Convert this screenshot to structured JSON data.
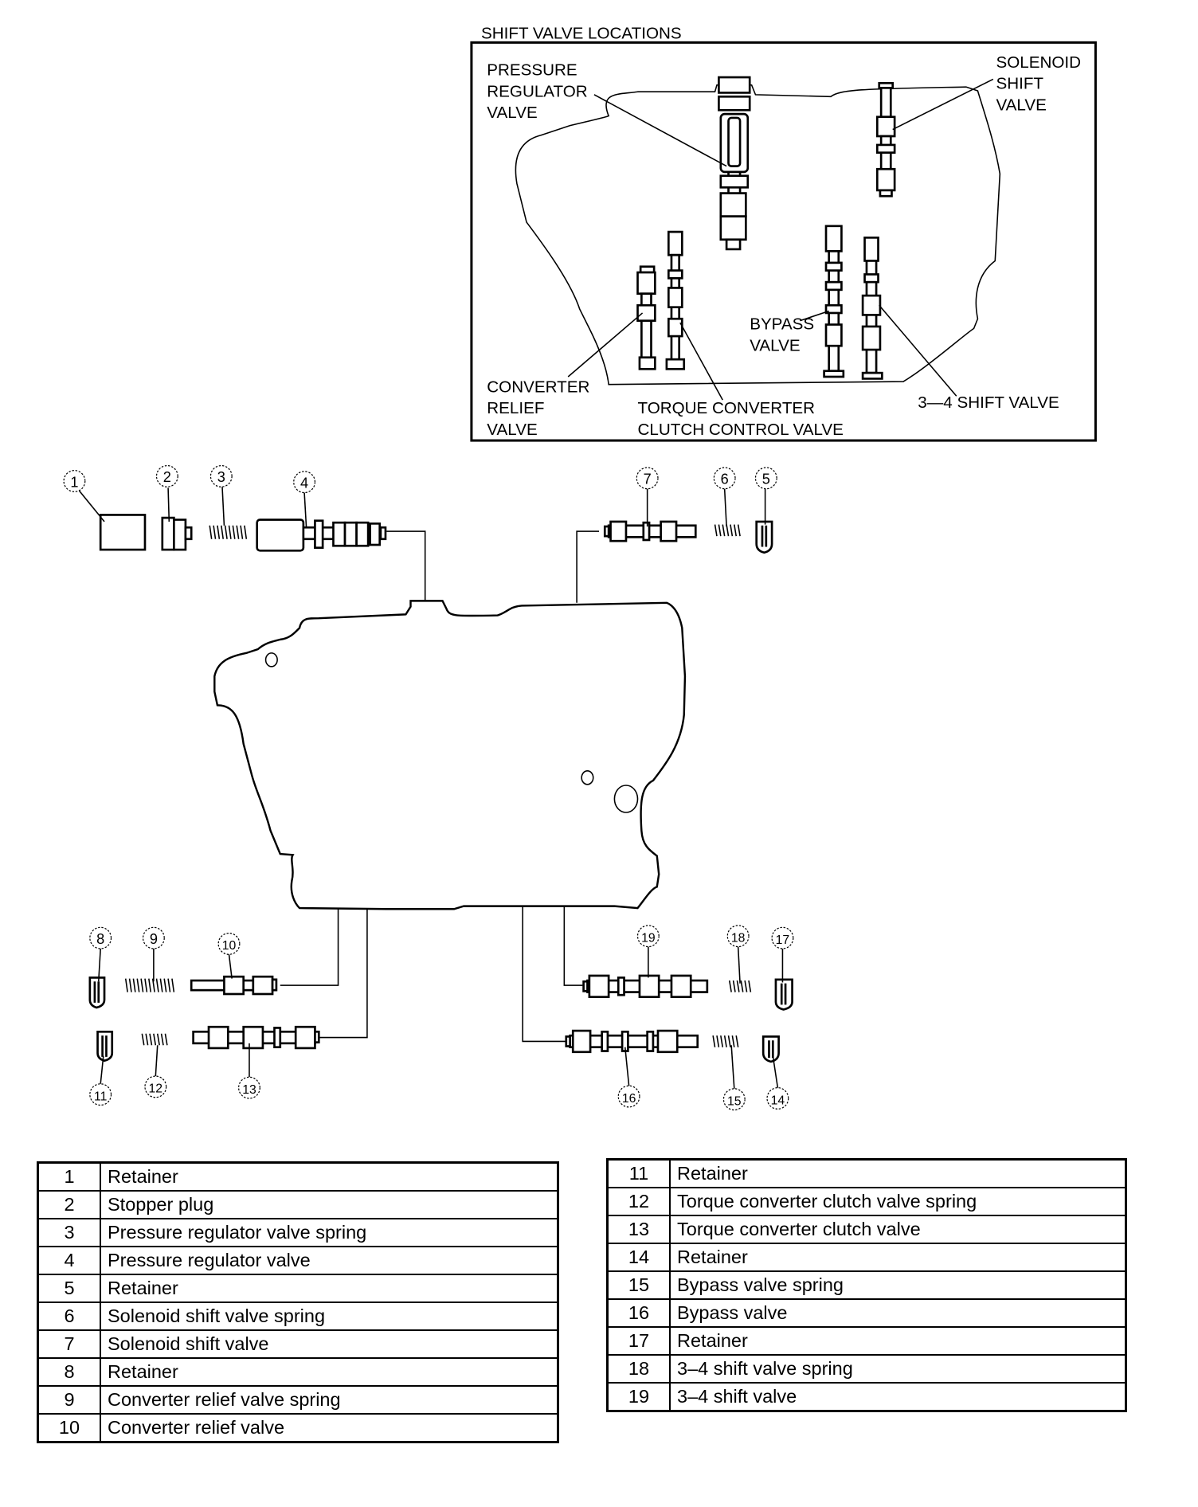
{
  "inset": {
    "title": "SHIFT VALVE LOCATIONS",
    "labels": {
      "pressure_regulator": [
        "PRESSURE",
        "REGULATOR",
        "VALVE"
      ],
      "solenoid_shift": [
        "SOLENOID",
        "SHIFT",
        "VALVE"
      ],
      "bypass": [
        "BYPASS",
        "VALVE"
      ],
      "converter_relief": [
        "CONVERTER",
        "RELIEF",
        "VALVE"
      ],
      "torque_converter": [
        "TORQUE CONVERTER",
        "CLUTCH CONTROL VALVE"
      ],
      "shift_34": "3—4 SHIFT VALVE"
    }
  },
  "callouts": [
    "1",
    "2",
    "3",
    "4",
    "5",
    "6",
    "7",
    "8",
    "9",
    "10",
    "11",
    "12",
    "13",
    "14",
    "15",
    "16",
    "17",
    "18",
    "19"
  ],
  "legend_left": [
    {
      "no": "1",
      "name": "Retainer"
    },
    {
      "no": "2",
      "name": "Stopper plug"
    },
    {
      "no": "3",
      "name": "Pressure regulator valve spring"
    },
    {
      "no": "4",
      "name": "Pressure regulator valve"
    },
    {
      "no": "5",
      "name": "Retainer"
    },
    {
      "no": "6",
      "name": "Solenoid shift valve spring"
    },
    {
      "no": "7",
      "name": "Solenoid shift valve"
    },
    {
      "no": "8",
      "name": "Retainer"
    },
    {
      "no": "9",
      "name": "Converter relief valve spring"
    },
    {
      "no": "10",
      "name": "Converter relief valve"
    }
  ],
  "legend_right": [
    {
      "no": "11",
      "name": "Retainer"
    },
    {
      "no": "12",
      "name": "Torque converter clutch valve spring"
    },
    {
      "no": "13",
      "name": "Torque converter clutch valve"
    },
    {
      "no": "14",
      "name": "Retainer"
    },
    {
      "no": "15",
      "name": "Bypass valve spring"
    },
    {
      "no": "16",
      "name": "Bypass valve"
    },
    {
      "no": "17",
      "name": "Retainer"
    },
    {
      "no": "18",
      "name": "3–4 shift valve spring"
    },
    {
      "no": "19",
      "name": "3–4 shift valve"
    }
  ]
}
